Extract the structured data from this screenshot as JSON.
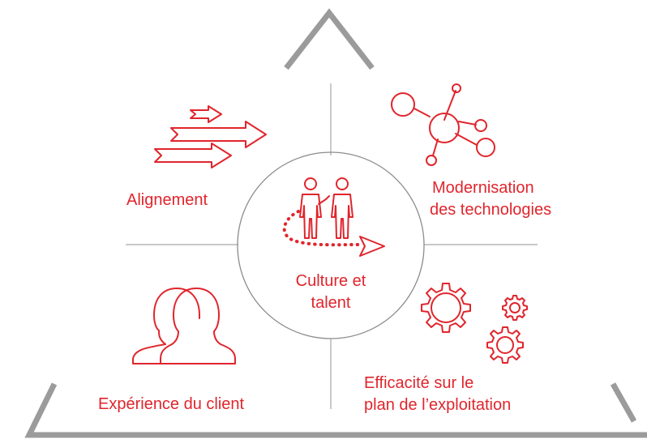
{
  "diagram": {
    "center": {
      "line1": "Culture et",
      "line2": "talent"
    },
    "quadrants": {
      "top_left": {
        "label": "Alignement",
        "icon": "arrows-icon"
      },
      "top_right": {
        "line1": "Modernisation",
        "line2": "des technologies",
        "icon": "network-icon"
      },
      "bottom_left": {
        "label": "Expérience du client",
        "icon": "people-icon"
      },
      "bottom_right": {
        "line1": "Efficacité sur le",
        "line2": "plan de l’exploitation",
        "icon": "gears-icon"
      }
    },
    "colors": {
      "accent": "#e0252c",
      "frame": "#999999",
      "divider": "#a6a6a6",
      "circle": "#8c8c8c"
    }
  }
}
